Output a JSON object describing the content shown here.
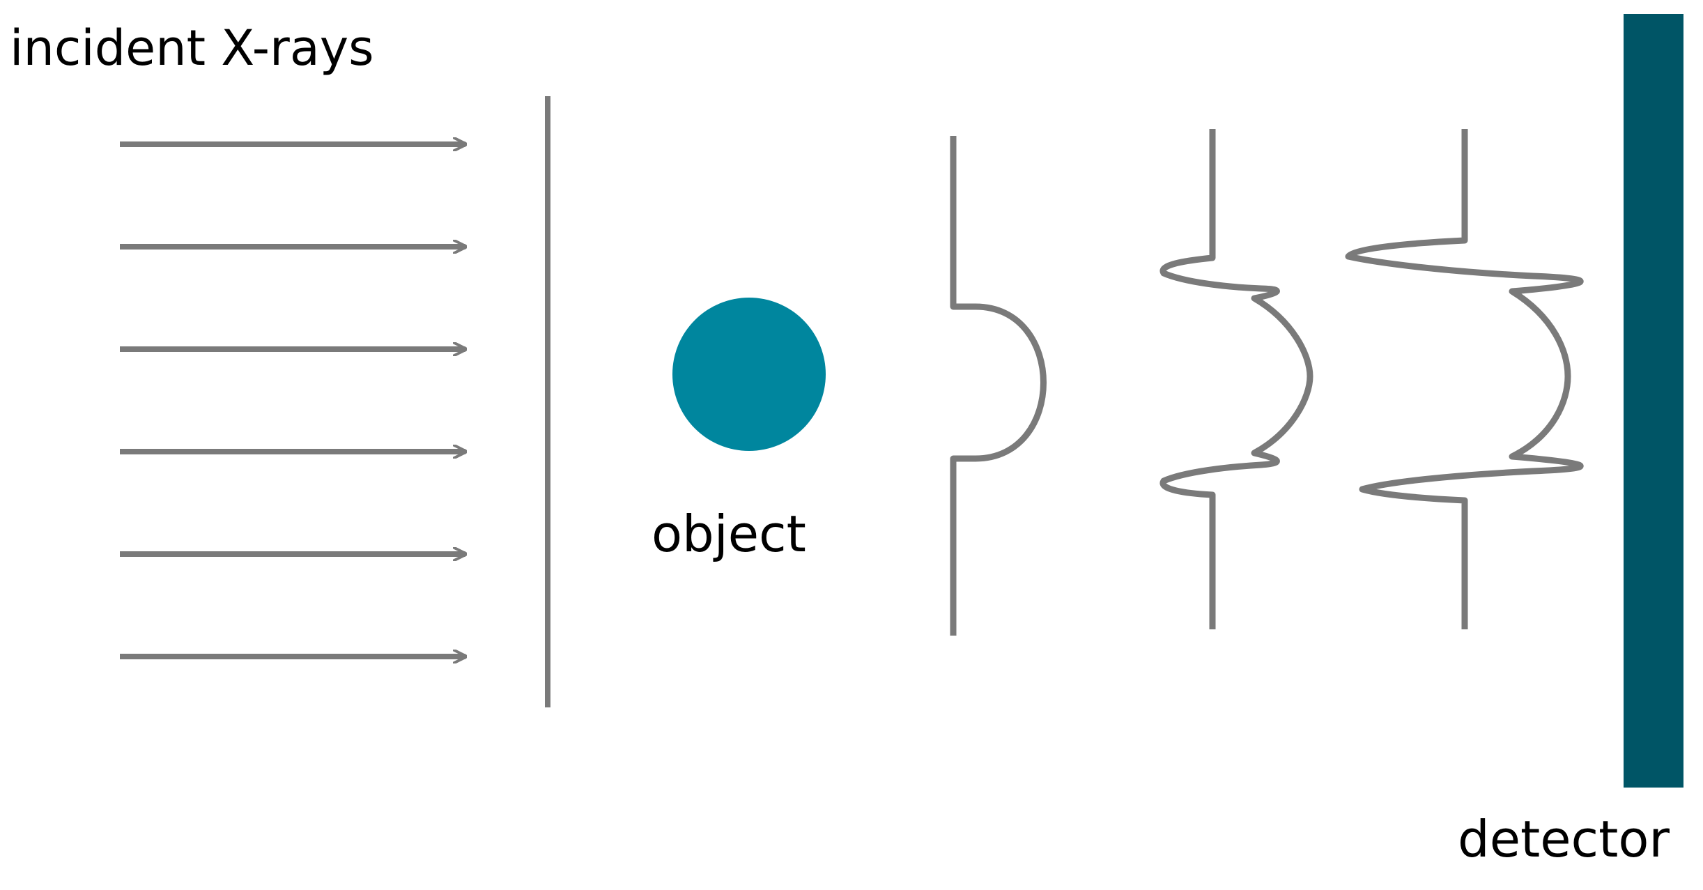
{
  "labels": {
    "incident": "incident X-rays",
    "object": "object",
    "detector": "detector"
  },
  "colors": {
    "lines": "#7a7a7a",
    "object": "#00869e",
    "detector": "#005566",
    "text": "#000000"
  },
  "incident_ray_count": 6,
  "wavefront_count": 4
}
